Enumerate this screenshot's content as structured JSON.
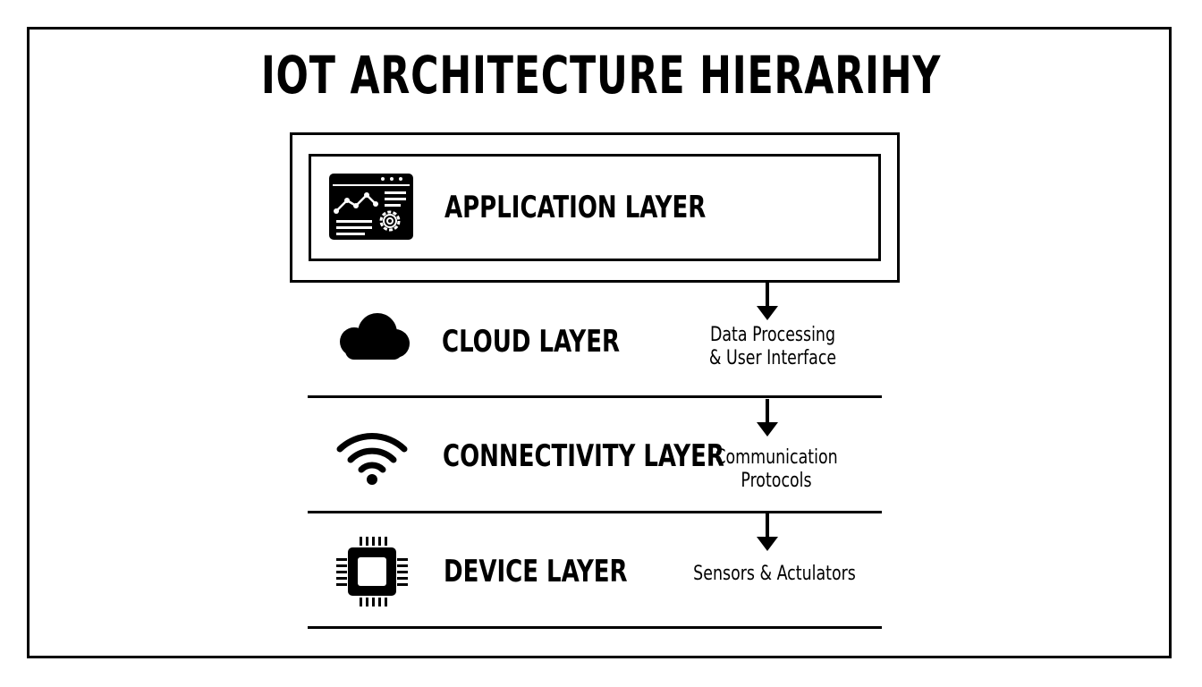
{
  "title": "IOT ARCHITECTURE HIERARIHY",
  "layers": [
    {
      "label": "APPLICATION LAYER",
      "icon": "dashboard-icon"
    },
    {
      "label": "CLOUD LAYER",
      "icon": "cloud-icon",
      "description_lines": [
        "Data Processing",
        "& User Interface"
      ]
    },
    {
      "label": "CONNECTIVITY LAYER",
      "icon": "wifi-icon",
      "description_lines": [
        "Communication",
        "Protocols"
      ]
    },
    {
      "label": "DEVICE LAYER",
      "icon": "chip-icon",
      "description_lines": [
        "Sensors & Actulators"
      ]
    }
  ]
}
